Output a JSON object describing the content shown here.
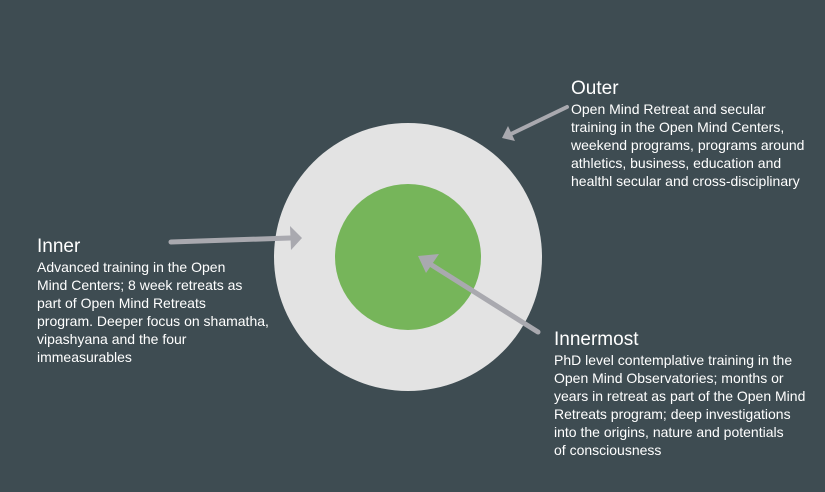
{
  "diagram": {
    "colors": {
      "background": "#3e4c52",
      "outer_circle": "#e3e3e3",
      "inner_circle": "#76b55a",
      "arrow": "#a9a9af",
      "text": "#ffffff"
    },
    "labels": {
      "outer": {
        "title": "Outer",
        "description": "Open Mind Retreat and secular\ntraining in the Open Mind Centers,\nweekend programs, programs around\nathletics, business, education and\nhealthl secular and cross-disciplinary"
      },
      "inner": {
        "title": "Inner",
        "description": "Advanced training in the Open\nMind Centers; 8 week retreats as\npart of Open Mind Retreats\nprogram. Deeper focus on shamatha,\nvipashyana and the four\nimmeasurables"
      },
      "innermost": {
        "title": "Innermost",
        "description": "PhD level contemplative training in the\nOpen Mind Observatories; months or\nyears in retreat as part of the Open Mind\nRetreats program; deep investigations\ninto the origins, nature and potentials\nof consciousness"
      }
    }
  }
}
